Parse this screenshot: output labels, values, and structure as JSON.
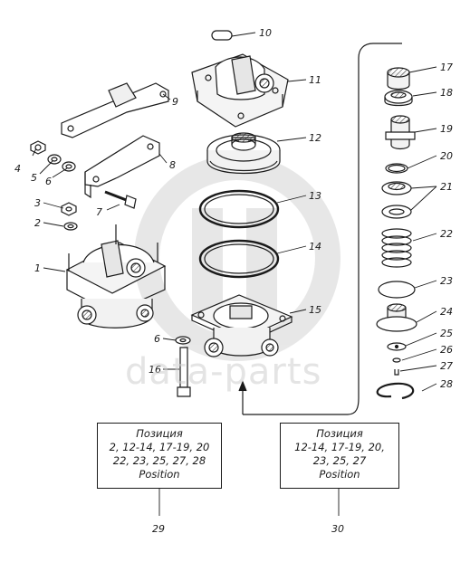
{
  "callouts": {
    "c1": "1",
    "c2": "2",
    "c3": "3",
    "c4": "4",
    "c5": "5",
    "c6a": "6",
    "c6b": "6",
    "c7": "7",
    "c8": "8",
    "c9": "9",
    "c10": "10",
    "c11": "11",
    "c12": "12",
    "c13": "13",
    "c14": "14",
    "c15": "15",
    "c16": "16",
    "c17": "17",
    "c18": "18",
    "c19": "19",
    "c20": "20",
    "c21": "21",
    "c22": "22",
    "c23": "23",
    "c24": "24",
    "c25": "25",
    "c26": "26",
    "c27": "27",
    "c28": "28",
    "c29": "29",
    "c30": "30"
  },
  "box_left": {
    "line1": "Позиция",
    "line2": "2, 12-14, 17-19, 20",
    "line3": "22, 23, 25, 27, 28",
    "line4": "Position"
  },
  "box_right": {
    "line1": "Позиция",
    "line2": "12-14, 17-19, 20,",
    "line3": "23, 25, 27",
    "line4": "Position"
  },
  "watermark": "data-parts",
  "colors": {
    "ink": "#1a1a1a",
    "watermark": "#cfcfcf"
  }
}
